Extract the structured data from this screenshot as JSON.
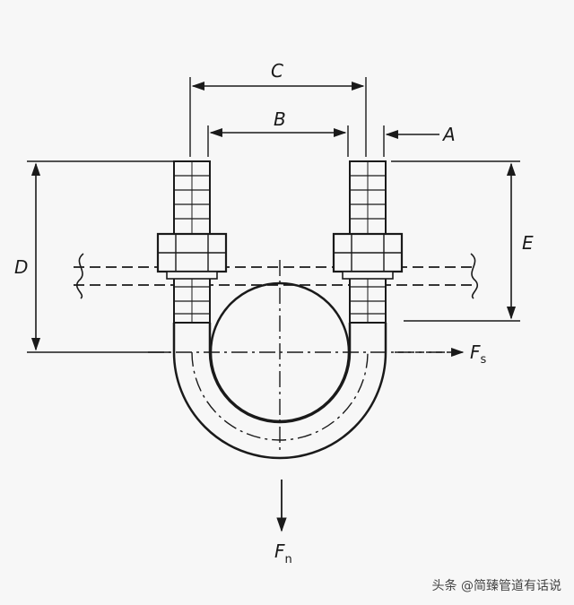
{
  "labels": {
    "a": "A",
    "b": "B",
    "c": "C",
    "d": "D",
    "e": "E",
    "fs_main": "F",
    "fs_sub": "s",
    "fn_main": "F",
    "fn_sub": "n"
  },
  "watermark": "头条 @简臻管道有话说",
  "colors": {
    "line": "#1a1a1a",
    "background": "#f7f7f7"
  }
}
